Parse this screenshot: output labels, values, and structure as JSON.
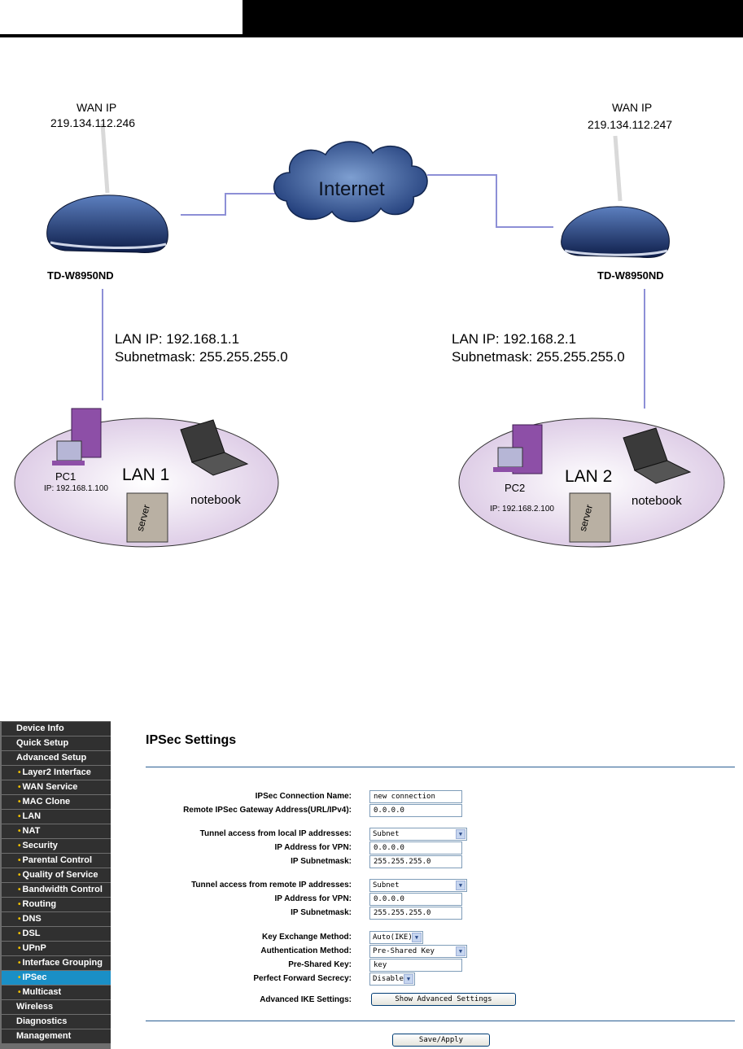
{
  "diagram": {
    "left_wan_label": "WAN IP",
    "left_wan_ip": "219.134.112.246",
    "right_wan_label": "WAN IP",
    "right_wan_ip": "219.134.112.247",
    "internet_label": "Internet",
    "left_router_model": "TD-W8950ND",
    "right_router_model": "TD-W8950ND",
    "left_lan_ip": "LAN IP: 192.168.1.1",
    "left_subnet": "Subnetmask: 255.255.255.0",
    "right_lan_ip": "LAN IP: 192.168.2.1",
    "right_subnet": "Subnetmask: 255.255.255.0",
    "lan1_title": "LAN 1",
    "lan2_title": "LAN 2",
    "pc1_name": "PC1",
    "pc1_ip": "IP: 192.168.1.100",
    "pc2_name": "PC2",
    "pc2_ip": "IP: 192.168.2.100",
    "server_label": "server",
    "notebook_label": "notebook"
  },
  "sidebar": {
    "items": [
      {
        "label": "Device Info",
        "level": "main"
      },
      {
        "label": "Quick Setup",
        "level": "main"
      },
      {
        "label": "Advanced Setup",
        "level": "main"
      },
      {
        "label": "Layer2 Interface",
        "level": "sub"
      },
      {
        "label": "WAN Service",
        "level": "sub"
      },
      {
        "label": "MAC Clone",
        "level": "sub"
      },
      {
        "label": "LAN",
        "level": "sub"
      },
      {
        "label": "NAT",
        "level": "sub"
      },
      {
        "label": "Security",
        "level": "sub"
      },
      {
        "label": "Parental Control",
        "level": "sub"
      },
      {
        "label": "Quality of Service",
        "level": "sub"
      },
      {
        "label": "Bandwidth Control",
        "level": "sub"
      },
      {
        "label": "Routing",
        "level": "sub"
      },
      {
        "label": "DNS",
        "level": "sub"
      },
      {
        "label": "DSL",
        "level": "sub"
      },
      {
        "label": "UPnP",
        "level": "sub"
      },
      {
        "label": "Interface Grouping",
        "level": "sub"
      },
      {
        "label": "IPSec",
        "level": "sub"
      },
      {
        "label": "Multicast",
        "level": "sub"
      },
      {
        "label": "Wireless",
        "level": "main"
      },
      {
        "label": "Diagnostics",
        "level": "main"
      },
      {
        "label": "Management",
        "level": "main"
      }
    ],
    "active_label": "IPSec",
    "bullet": "•"
  },
  "page": {
    "title": "IPSec Settings",
    "fields": {
      "conn_name_label": "IPSec Connection Name:",
      "conn_name_value": "new connection",
      "remote_gw_label": "Remote IPSec Gateway Address(URL/IPv4):",
      "remote_gw_value": "0.0.0.0",
      "local_access_label": "Tunnel access from local IP addresses:",
      "local_access_value": "Subnet",
      "local_ip_label": "IP Address for VPN:",
      "local_ip_value": "0.0.0.0",
      "local_mask_label": "IP Subnetmask:",
      "local_mask_value": "255.255.255.0",
      "remote_access_label": "Tunnel access from remote IP addresses:",
      "remote_access_value": "Subnet",
      "remote_ip_label": "IP Address for VPN:",
      "remote_ip_value": "0.0.0.0",
      "remote_mask_label": "IP Subnetmask:",
      "remote_mask_value": "255.255.255.0",
      "key_exchange_label": "Key Exchange Method:",
      "key_exchange_value": "Auto(IKE)",
      "auth_label": "Authentication Method:",
      "auth_value": "Pre-Shared Key",
      "psk_label": "Pre-Shared Key:",
      "psk_value": "key",
      "pfs_label": "Perfect Forward Secrecy:",
      "pfs_value": "Disable",
      "advanced_label": "Advanced IKE Settings:",
      "advanced_button": "Show Advanced Settings"
    },
    "save_button": "Save/Apply"
  },
  "colors": {
    "sidebar_bg": "#303030",
    "sidebar_active": "#1a8fc6",
    "bullet": "#f0c000",
    "rule": "#2a5e93",
    "lan_oval": "#e8d9ee"
  }
}
